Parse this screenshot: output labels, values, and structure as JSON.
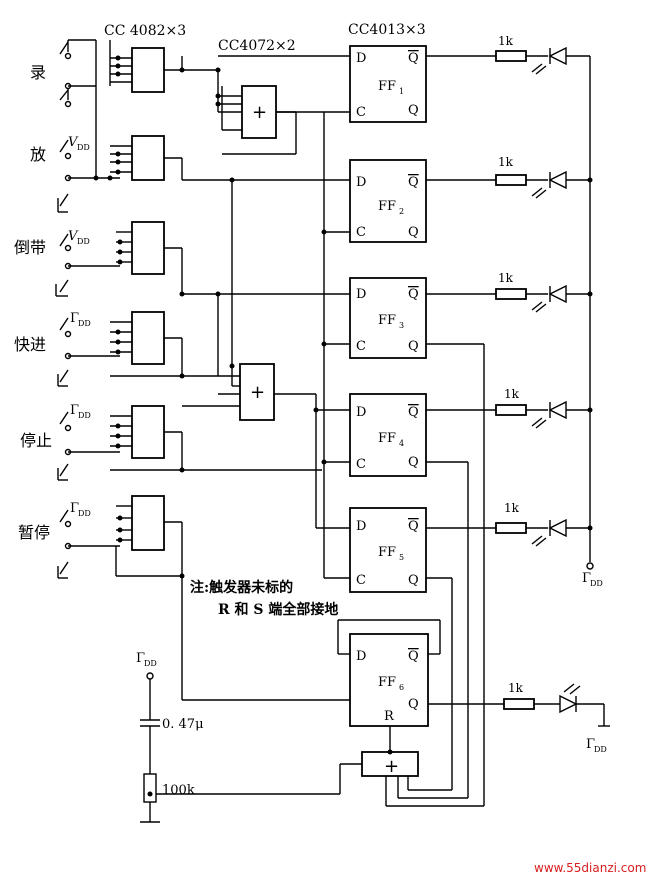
{
  "ic_labels": {
    "and_gates": "CC 4082×3",
    "or_gates": "CC4072×2",
    "flipflops": "CC4013×3"
  },
  "buttons": [
    "录",
    "放",
    "倒带",
    "快进",
    "停止",
    "暂停"
  ],
  "supply": {
    "vdd": "V",
    "vdd_sub": "DD",
    "vdd_alt": "Γ"
  },
  "flipflops": [
    {
      "name": "FF",
      "sub": "1"
    },
    {
      "name": "FF",
      "sub": "2"
    },
    {
      "name": "FF",
      "sub": "3"
    },
    {
      "name": "FF",
      "sub": "4"
    },
    {
      "name": "FF",
      "sub": "5"
    },
    {
      "name": "FF",
      "sub": "6"
    }
  ],
  "pins": {
    "d": "D",
    "c": "C",
    "q": "Q",
    "qbar": "Q",
    "r": "R",
    "or_sym": "+"
  },
  "resistor_label": "1k",
  "note": {
    "line1": "注:触发器未标的",
    "line2": "R 和 S 端全部接地"
  },
  "capacitor": "0. 47μ",
  "resistor_big": "100k",
  "watermark": "www.55dianzi.com"
}
